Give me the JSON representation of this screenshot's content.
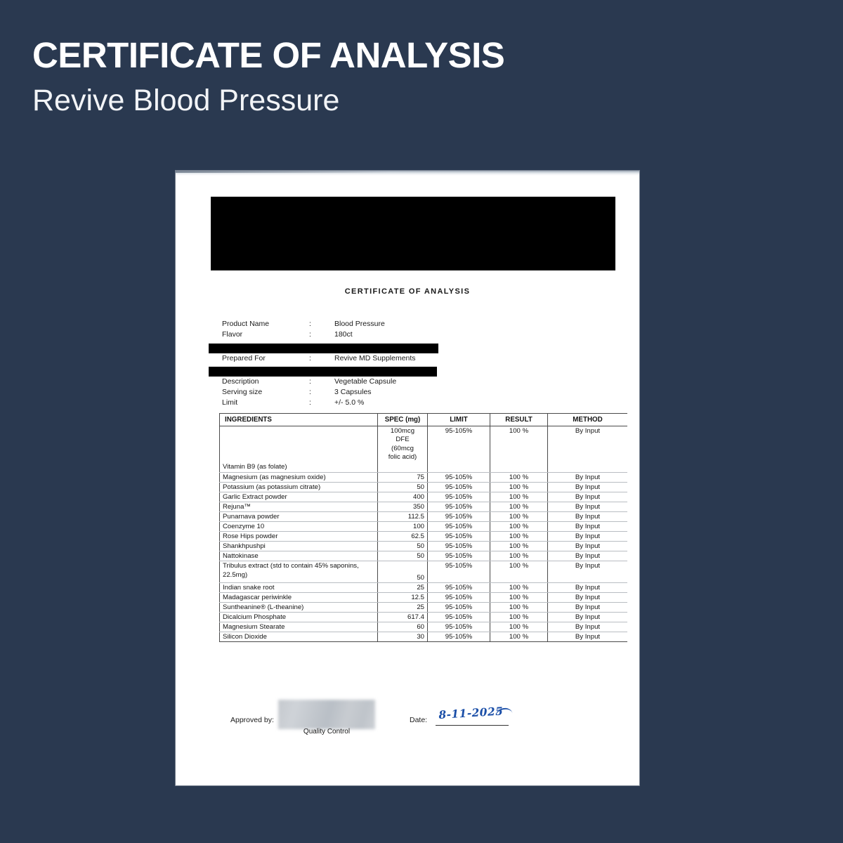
{
  "banner": {
    "title": "CERTIFICATE OF ANALYSIS",
    "subtitle": "Revive Blood Pressure",
    "background_color": "#2a3950",
    "text_color": "#ffffff"
  },
  "document": {
    "title": "CERTIFICATE OF ANALYSIS",
    "redactions": [
      {
        "name": "company-logo-redaction"
      },
      {
        "name": "address-line-redaction-1"
      },
      {
        "name": "address-line-redaction-2"
      }
    ],
    "info": [
      {
        "label": "Product Name",
        "colon": ":",
        "value": "Blood Pressure"
      },
      {
        "label": "Flavor",
        "colon": ":",
        "value": "180ct"
      },
      {
        "label": "Prepared For",
        "colon": ":",
        "value": "Revive MD Supplements"
      },
      {
        "label": "Description",
        "colon": ":",
        "value": "Vegetable Capsule"
      },
      {
        "label": "Serving size",
        "colon": ":",
        "value": "3 Capsules"
      },
      {
        "label": "Limit",
        "colon": ":",
        "value": "+/- 5.0 %"
      }
    ],
    "table": {
      "headers": [
        "INGREDIENTS",
        "SPEC (mg)",
        "LIMIT",
        "RESULT",
        "METHOD"
      ],
      "rows": [
        {
          "ingredient": "Vitamin B9 (as folate)",
          "spec_lines": [
            "100mcg",
            "DFE",
            "(60mcg",
            "folic acid)"
          ],
          "limit": "95-105%",
          "result": "100 %",
          "method": "By Input",
          "layout": "tall"
        },
        {
          "ingredient": "Magnesium (as magnesium oxide)",
          "spec": "75",
          "limit": "95-105%",
          "result": "100 %",
          "method": "By Input"
        },
        {
          "ingredient": "Potassium (as potassium citrate)",
          "spec": "50",
          "limit": "95-105%",
          "result": "100 %",
          "method": "By Input"
        },
        {
          "ingredient": "Garlic Extract powder",
          "spec": "400",
          "limit": "95-105%",
          "result": "100 %",
          "method": "By Input"
        },
        {
          "ingredient": "Rejuna™",
          "spec": "350",
          "limit": "95-105%",
          "result": "100 %",
          "method": "By Input"
        },
        {
          "ingredient": "Punarnava powder",
          "spec": "112.5",
          "limit": "95-105%",
          "result": "100 %",
          "method": "By Input"
        },
        {
          "ingredient": "Coenzyme 10",
          "spec": "100",
          "limit": "95-105%",
          "result": "100 %",
          "method": "By Input"
        },
        {
          "ingredient": "Rose Hips powder",
          "spec": "62.5",
          "limit": "95-105%",
          "result": "100 %",
          "method": "By Input"
        },
        {
          "ingredient": "Shankhpushpi",
          "spec": "50",
          "limit": "95-105%",
          "result": "100 %",
          "method": "By Input"
        },
        {
          "ingredient": "Nattokinase",
          "spec": "50",
          "limit": "95-105%",
          "result": "100 %",
          "method": "By Input"
        },
        {
          "ingredient": "Tribulus extract (std to contain 45% saponins, 22.5mg)",
          "spec": "50",
          "limit": "95-105%",
          "result": "100 %",
          "method": "By Input",
          "layout": "two-line"
        },
        {
          "ingredient": "Indian snake root",
          "spec": "25",
          "limit": "95-105%",
          "result": "100 %",
          "method": "By Input"
        },
        {
          "ingredient": "Madagascar periwinkle",
          "spec": "12.5",
          "limit": "95-105%",
          "result": "100 %",
          "method": "By Input"
        },
        {
          "ingredient": "Suntheanine® (L-theanine)",
          "spec": "25",
          "limit": "95-105%",
          "result": "100 %",
          "method": "By Input"
        },
        {
          "ingredient": "Dicalcium Phosphate",
          "spec": "617.4",
          "limit": "95-105%",
          "result": "100 %",
          "method": "By Input"
        },
        {
          "ingredient": "Magnesium  Stearate",
          "spec": "60",
          "limit": "95-105%",
          "result": "100 %",
          "method": "By Input"
        },
        {
          "ingredient": "Silicon Dioxide",
          "spec": "30",
          "limit": "95-105%",
          "result": "100 %",
          "method": "By Input"
        }
      ]
    },
    "footer": {
      "approved_by_label": "Approved by:",
      "signature_caption": "Quality Control",
      "date_label": "Date:",
      "date_value": "8-11-2025",
      "ink_color": "#1b4fa8"
    }
  }
}
